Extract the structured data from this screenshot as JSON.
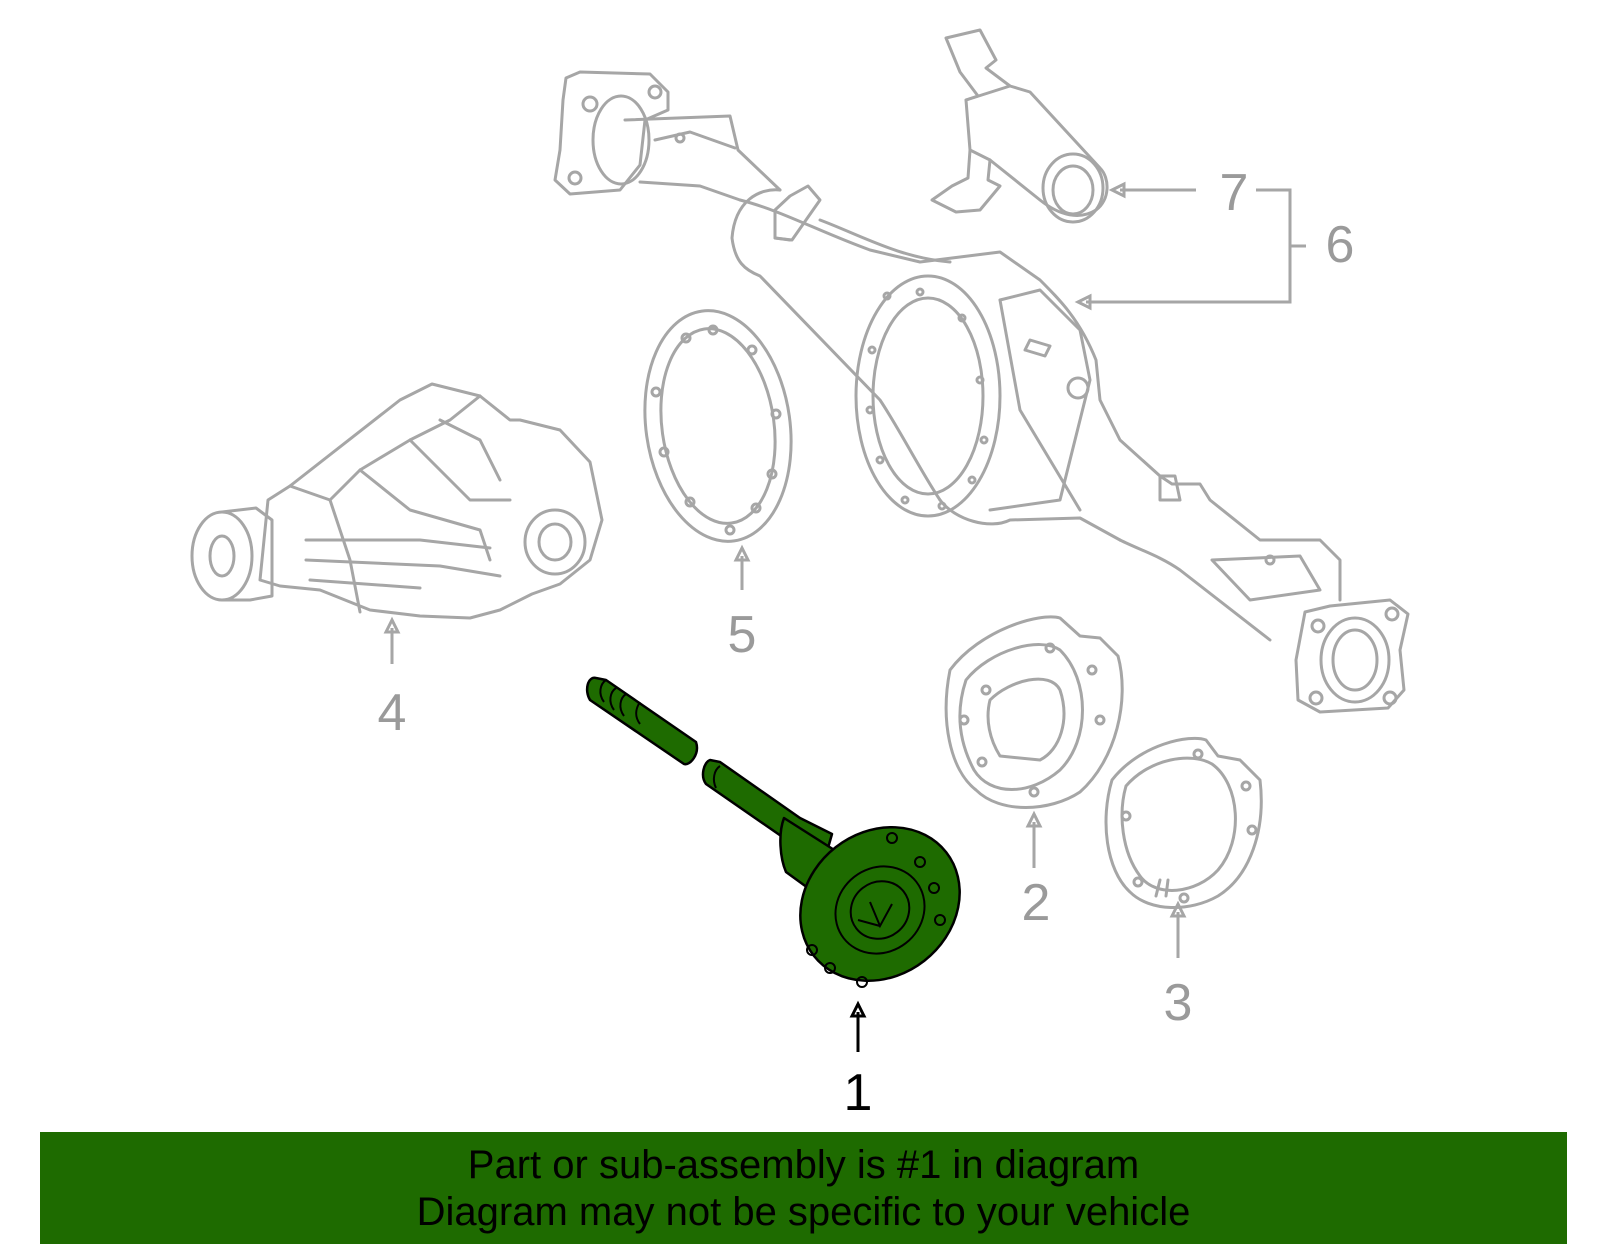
{
  "callouts": {
    "c1": "1",
    "c2": "2",
    "c3": "3",
    "c4": "4",
    "c5": "5",
    "c6": "6",
    "c7": "7"
  },
  "banner": {
    "line1": "Part or sub-assembly is #1 in diagram",
    "line2": "Diagram may not be specific to your vehicle"
  },
  "colors": {
    "highlight": "#1e6b00",
    "outline_grey": "#a6a6a6",
    "callout_grey": "#9a9a9a"
  }
}
